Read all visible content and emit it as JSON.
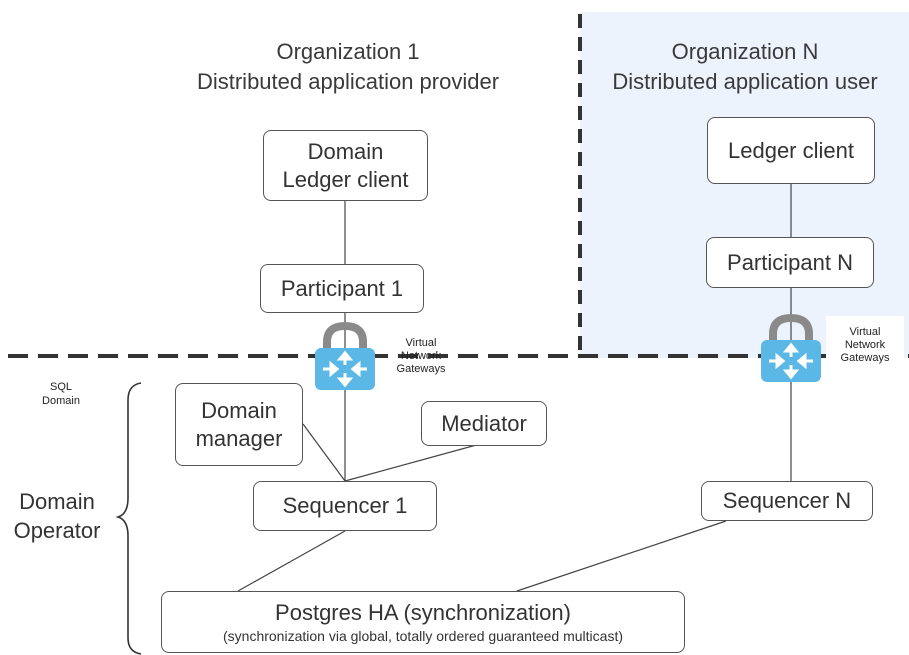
{
  "org1": {
    "line1": "Organization 1",
    "line2": "Distributed application provider"
  },
  "orgN": {
    "line1": "Organization N",
    "line2": "Distributed application user"
  },
  "boxes": {
    "domain_ledger_client": {
      "line1": "Domain",
      "line2": "Ledger client"
    },
    "participant_1": "Participant 1",
    "ledger_client": "Ledger client",
    "participant_n": "Participant N",
    "domain_manager": {
      "line1": "Domain",
      "line2": "manager"
    },
    "mediator": "Mediator",
    "sequencer_1": "Sequencer 1",
    "sequencer_n": "Sequencer N",
    "postgres": {
      "title": "Postgres HA (synchronization)",
      "subtitle": "(synchronization via global, totally ordered guaranteed multicast)"
    }
  },
  "gateway_label": {
    "line1": "Virtual",
    "line2": "Network",
    "line3": "Gateways"
  },
  "sql_domain": {
    "line1": "SQL",
    "line2": "Domain"
  },
  "domain_operator": {
    "line1": "Domain",
    "line2": "Operator"
  },
  "colors": {
    "region_n_fill": "#ecf3fd",
    "gateway_fill": "#5bb8e6",
    "lock_shackle": "#8a8a8a",
    "border": "#555555",
    "dashed_divider": "#333333"
  },
  "icons": [
    "lock-icon",
    "network-gateway-icon",
    "curly-brace-icon"
  ]
}
